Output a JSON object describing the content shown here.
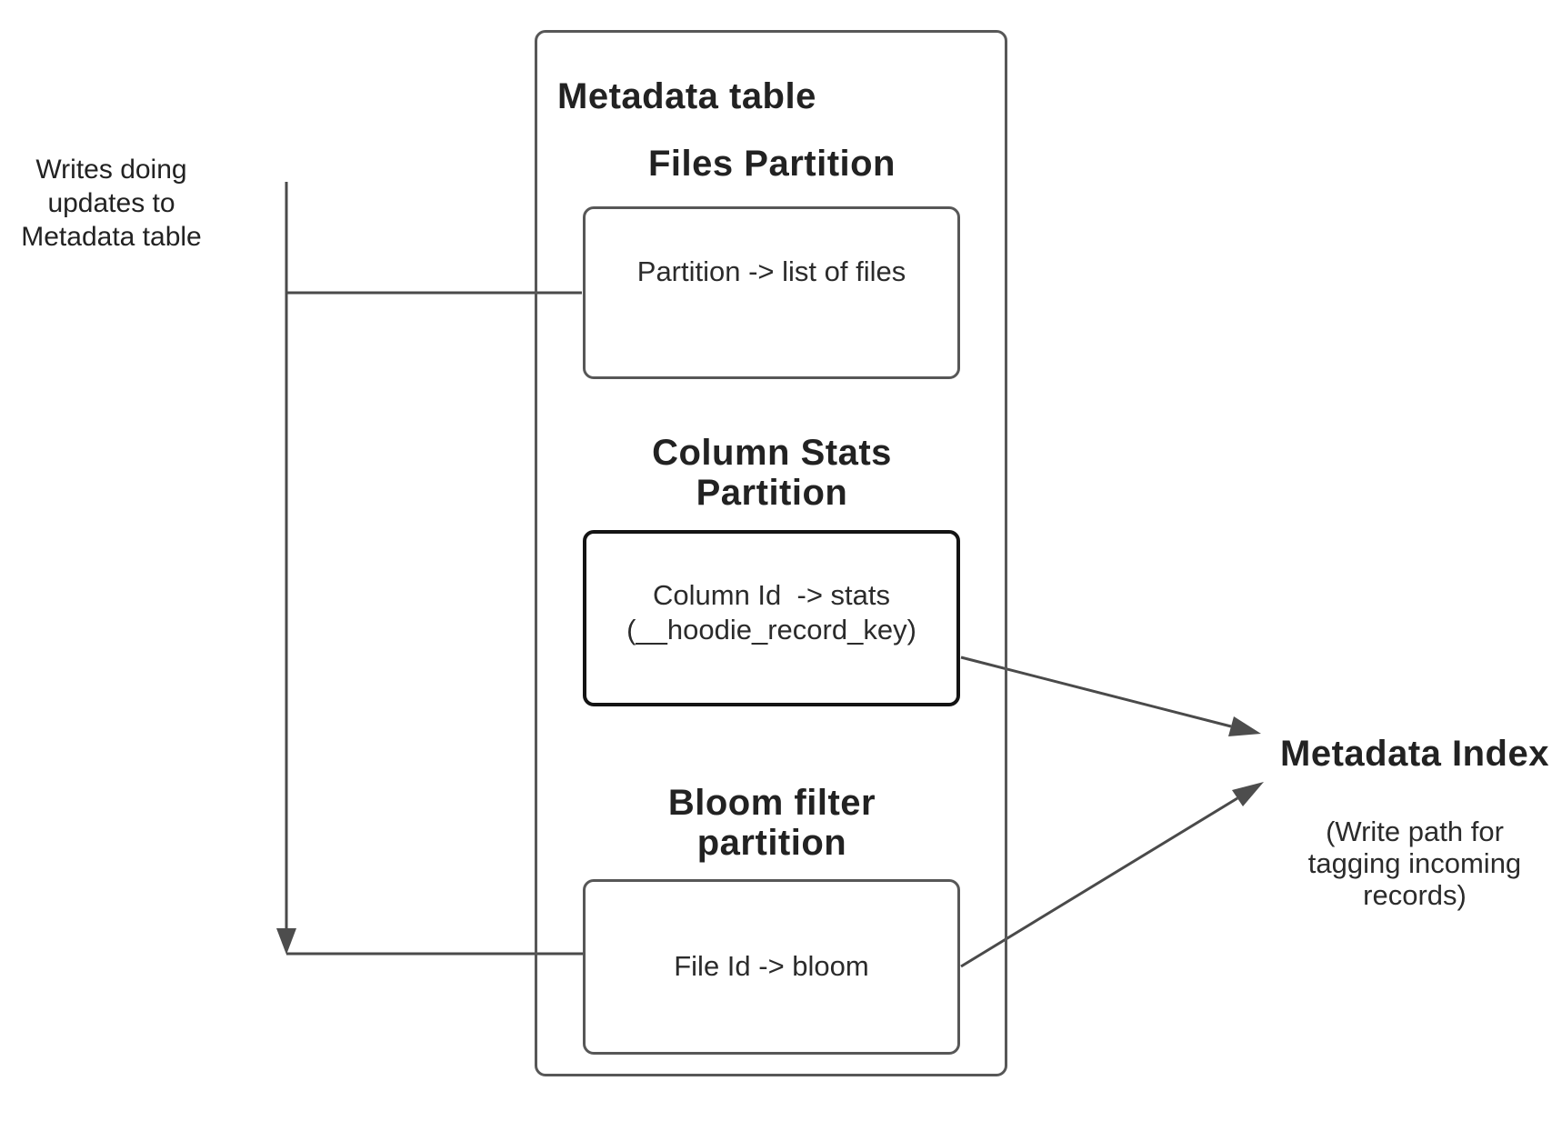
{
  "diagram": {
    "writes_note": "Writes doing\nupdates to\nMetadata table",
    "metadata_table": {
      "title": "Metadata table",
      "files_partition": {
        "heading": "Files Partition",
        "mapping": "Partition -> list of files"
      },
      "column_stats_partition": {
        "heading": "Column Stats\nPartition",
        "mapping": "Column Id  -> stats\n(__hoodie_record_key)"
      },
      "bloom_filter_partition": {
        "heading": "Bloom filter\npartition",
        "mapping": "File Id -> bloom"
      }
    },
    "metadata_index": {
      "title": "Metadata Index",
      "subtitle": "(Write path for\ntagging incoming\nrecords)"
    },
    "colors": {
      "background": "#ffffff",
      "text": "#222222",
      "connector_line": "#4a4a4a",
      "arrowhead_fill": "#4d4d4d",
      "box_border": "#575757",
      "emphasis_box_border": "#141414"
    }
  }
}
